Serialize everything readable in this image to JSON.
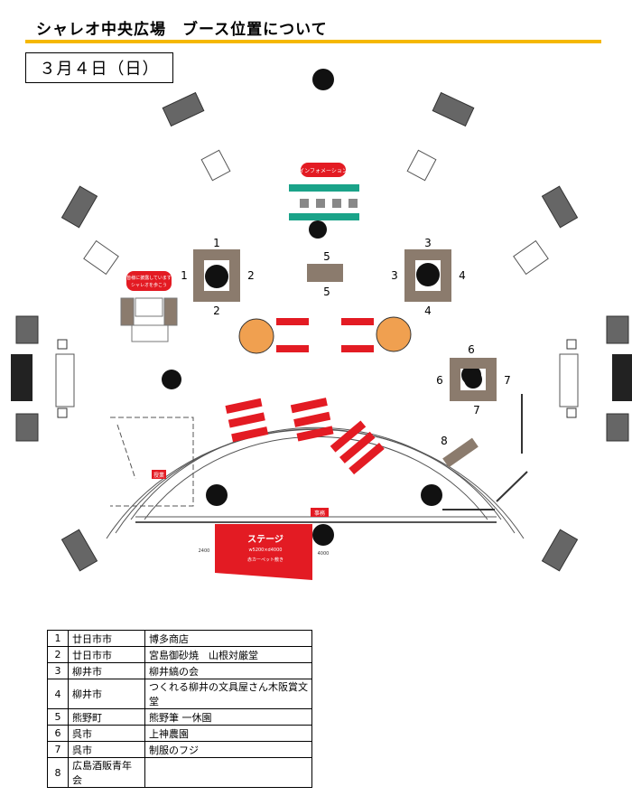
{
  "header": {
    "title": "シャレオ中央広場　ブース位置について",
    "date": "３月４日（日）"
  },
  "map": {
    "info_label": "インフォメーション",
    "red_sign": [
      "皆様に披露しています",
      "シャレオを歩こう"
    ],
    "school_label": "授業",
    "stage_label": "ステージ",
    "stage_size": "w5200×d4000",
    "stage_carpet": "赤カーペット敷き",
    "stage_left_dim": "2400",
    "stage_right_dim": "4000",
    "office_label": "事務",
    "booth_numbers": {
      "b1_top": "1",
      "b1_left": "1",
      "b2_right": "2",
      "b2_bottom": "2",
      "b3_top": "3",
      "b3_left": "3",
      "b4_right": "4",
      "b4_bottom": "4",
      "b5_top": "5",
      "b5_bottom": "5",
      "b6_top": "6",
      "b6_left": "6",
      "b7_right": "7",
      "b7_bottom": "7",
      "b8": "8"
    }
  },
  "legend": {
    "rows": [
      {
        "num": "1",
        "city": "廿日市市",
        "shop": "博多商店"
      },
      {
        "num": "2",
        "city": "廿日市市",
        "shop": "宮島御砂焼　山根対厳堂"
      },
      {
        "num": "3",
        "city": "柳井市",
        "shop": "柳井縞の会"
      },
      {
        "num": "4",
        "city": "柳井市",
        "shop": "つくれる柳井の文具屋さん木阪賞文堂"
      },
      {
        "num": "5",
        "city": "熊野町",
        "shop": "熊野筆 一休園"
      },
      {
        "num": "6",
        "city": "呉市",
        "shop": "上神農園"
      },
      {
        "num": "7",
        "city": "呉市",
        "shop": "制服のフジ"
      },
      {
        "num": "8",
        "city": "広島酒販青年会",
        "shop": ""
      }
    ]
  }
}
